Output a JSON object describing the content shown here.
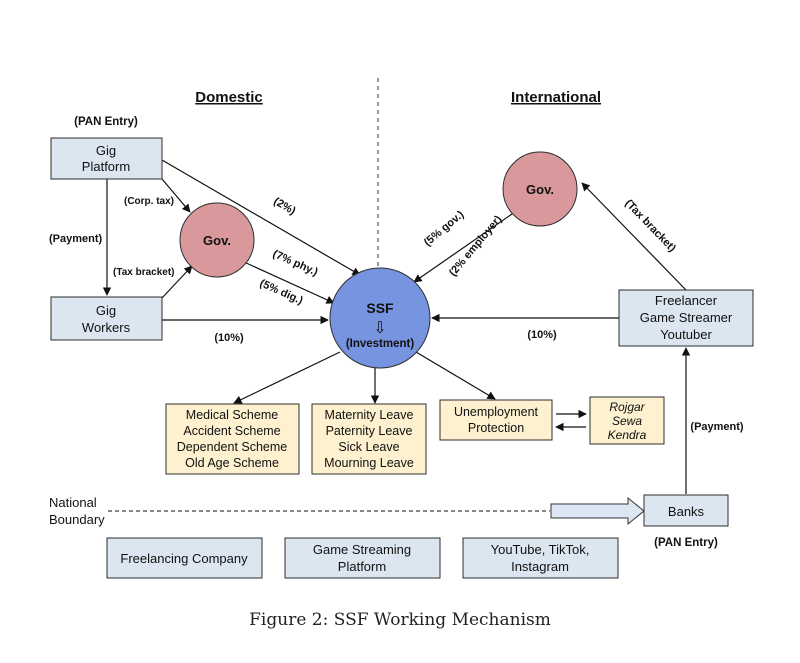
{
  "headings": {
    "domestic": "Domestic",
    "international": "International"
  },
  "nodes": {
    "pan_entry_top": "(PAN Entry)",
    "gig_platform": [
      "Gig",
      "Platform"
    ],
    "gig_workers": [
      "Gig",
      "Workers"
    ],
    "gov_domestic": "Gov.",
    "gov_international": "Gov.",
    "ssf": {
      "title": "SSF",
      "arrow_glyph": "⇩",
      "sub": "(Investment)"
    },
    "freelancer": [
      "Freelancer",
      "Game Streamer",
      "Youtuber"
    ],
    "medical": [
      "Medical Scheme",
      "Accident Scheme",
      "Dependent Scheme",
      "Old Age Scheme"
    ],
    "maternity": [
      "Maternity Leave",
      "Paternity Leave",
      "Sick Leave",
      "Mourning Leave"
    ],
    "unemployment": [
      "Unemployment",
      "Protection"
    ],
    "rojgar": [
      "Rojgar",
      "Sewa",
      "Kendra"
    ],
    "banks": "Banks",
    "pan_entry_bottom": "(PAN Entry)",
    "national_boundary": [
      "National",
      "Boundary"
    ],
    "freelancing_company": [
      "Freelancing Company"
    ],
    "game_streaming": [
      "Game Streaming",
      "Platform"
    ],
    "youtube": [
      "YouTube, TikTok,",
      "Instagram"
    ]
  },
  "edge_labels": {
    "corp_tax": "(Corp. tax)",
    "payment_left": "(Payment)",
    "tax_bracket_left": "(Tax bracket)",
    "two_pct": "(2%)",
    "seven_pct": "(7% phy.)",
    "five_dig": "(5% dig.)",
    "ten_left": "(10%)",
    "five_gov": "(5% gov.)",
    "two_employer": "(2% employer)",
    "tax_bracket_right": "(Tax bracket)",
    "ten_right": "(10%)",
    "payment_right": "(Payment)"
  },
  "colors": {
    "blue_box": "#dce6f1",
    "box_border": "#2e2e2e",
    "yellow_box": "#fdf1cf",
    "gov_circle": "#d9999c",
    "ssf_circle": "#7694df",
    "arrow_fill": "#dde7f3"
  },
  "caption": "Figure 2: SSF Working Mechanism"
}
